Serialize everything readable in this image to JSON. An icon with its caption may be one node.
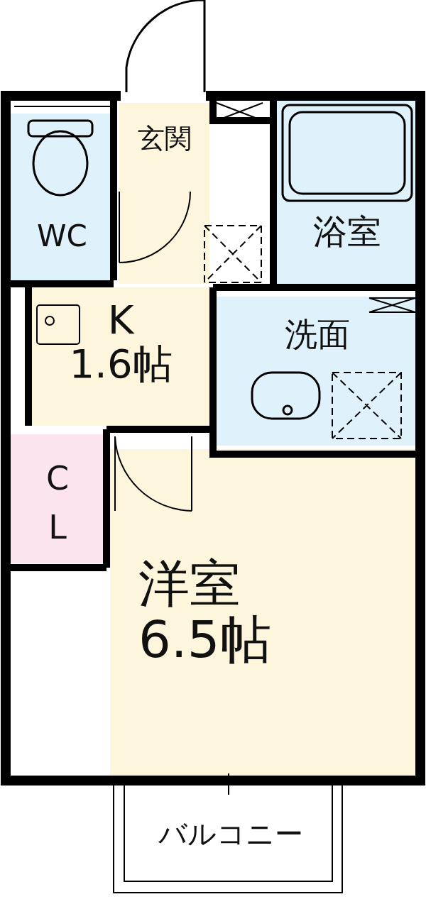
{
  "diagram": {
    "nodes": [
      {
        "text": [
          "玄関"
        ]
      },
      {
        "text": [
          "WC"
        ]
      },
      {
        "text": [
          "浴室"
        ]
      },
      {
        "text": [
          "K",
          "1.6帖"
        ]
      },
      {
        "text": [
          "洗面"
        ]
      },
      {
        "text": [
          "C L"
        ]
      },
      {
        "text": [
          "洋室",
          "6.5帖"
        ]
      },
      {
        "text": [
          "バルコニー"
        ]
      }
    ]
  }
}
